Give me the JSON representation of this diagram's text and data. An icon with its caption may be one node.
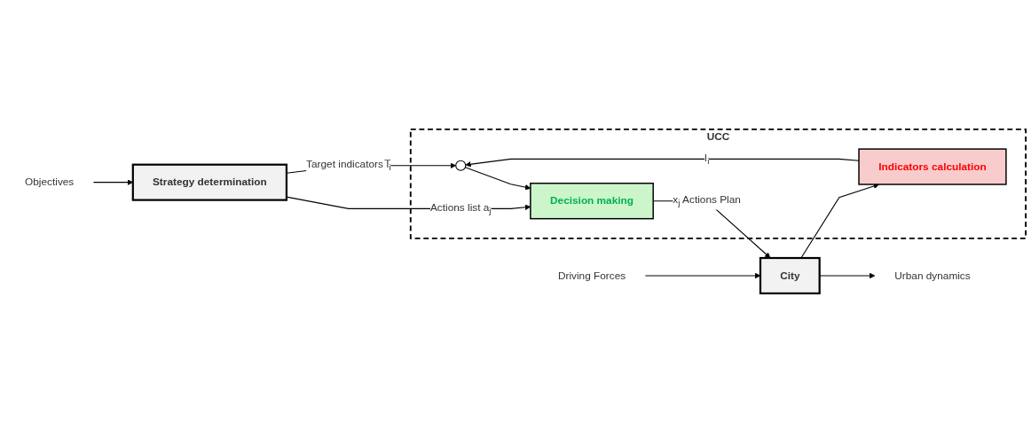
{
  "diagram": {
    "nodes": [
      {
        "text": [
          "UCC"
        ]
      },
      {
        "text": [
          "Strategy determination"
        ]
      },
      {
        "text": [
          "Objectives"
        ]
      },
      {
        "text": [],
        "shape": "circle",
        "in": 0
      },
      {
        "text": [
          "Decision making"
        ],
        "in": 0
      },
      {
        "text": [
          "Indicators calculation"
        ],
        "in": 0
      },
      {
        "text": [
          "City"
        ]
      },
      {
        "text": [
          "Driving Forces"
        ]
      },
      {
        "text": [
          "Urban dynamics"
        ]
      }
    ],
    "edges": [
      {
        "from": 2,
        "to": 1,
        "arrow": "to"
      },
      {
        "from": 1,
        "to": 4,
        "arrow": "to",
        "label": "Actions list a$_{j}$"
      },
      {
        "from": 1,
        "to": 3,
        "arrow": "to",
        "label": "Target indicators I̅$_{i}$"
      },
      {
        "from": 3,
        "to": 4,
        "arrow": "to"
      },
      {
        "from": 4,
        "to": 6,
        "arrow": "to",
        "label": "x$_{j}$ Actions Plan"
      },
      {
        "from": 7,
        "to": 6,
        "arrow": "to"
      },
      {
        "from": 6,
        "to": 8,
        "arrow": "to"
      },
      {
        "from": 6,
        "to": 5,
        "arrow": "to"
      },
      {
        "from": 5,
        "to": 3,
        "arrow": "to",
        "label": "I$_{i}$"
      }
    ]
  }
}
